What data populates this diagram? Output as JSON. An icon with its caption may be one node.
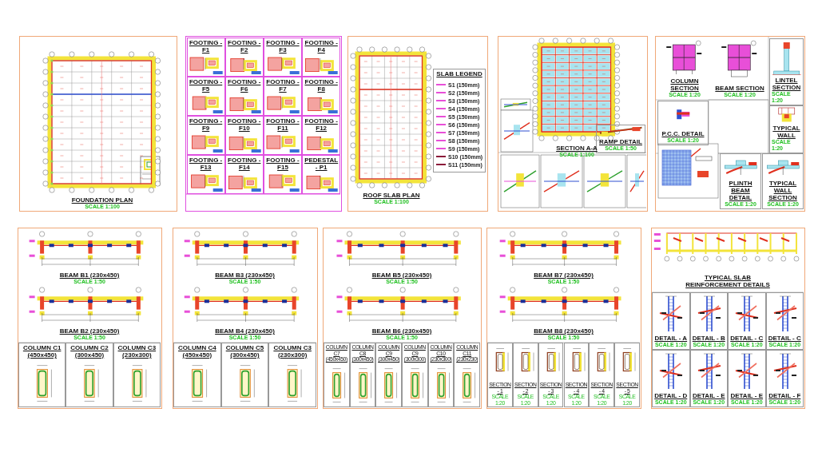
{
  "diagram": {
    "nodes": [
      {
        "text": [],
        "shape": "box"
      },
      {
        "text": [
          "FOUNDATION PLAN",
          "SCALE 1:100"
        ],
        "in": 0
      },
      {
        "text": [],
        "shape": "box"
      },
      {
        "text": [
          "FOOTING - F1"
        ],
        "in": 2
      },
      {
        "text": [
          "FOOTING - F2"
        ],
        "in": 2
      },
      {
        "text": [
          "FOOTING - F3"
        ],
        "in": 2
      },
      {
        "text": [
          "FOOTING - F4"
        ],
        "in": 2
      },
      {
        "text": [
          "FOOTING - F5"
        ],
        "in": 2
      },
      {
        "text": [
          "FOOTING - F6"
        ],
        "in": 2
      },
      {
        "text": [
          "FOOTING - F7"
        ],
        "in": 2
      },
      {
        "text": [
          "FOOTING - F8"
        ],
        "in": 2
      },
      {
        "text": [
          "FOOTING - F9"
        ],
        "in": 2
      },
      {
        "text": [
          "FOOTING - F10"
        ],
        "in": 2
      },
      {
        "text": [
          "FOOTING - F11"
        ],
        "in": 2
      },
      {
        "text": [
          "FOOTING - F12"
        ],
        "in": 2
      },
      {
        "text": [
          "FOOTING - F13"
        ],
        "in": 2
      },
      {
        "text": [
          "FOOTING - F14"
        ],
        "in": 2
      },
      {
        "text": [
          "FOOTING - F15"
        ],
        "in": 2
      },
      {
        "text": [
          "PEDESTAL - P1"
        ],
        "in": 2
      },
      {
        "text": [],
        "shape": "box"
      },
      {
        "text": [
          "ROOF SLAB PLAN",
          "SCALE 1:100"
        ],
        "in": 19
      },
      {
        "text": [
          "SLAB LEGEND"
        ],
        "in": 19
      },
      {
        "text": [],
        "shape": "box"
      },
      {
        "text": [
          "SECTION A-A",
          "SCALE 1:100"
        ],
        "in": 22
      },
      {
        "text": [
          "RAMP DETAIL",
          "SCALE 1:50"
        ],
        "in": 22
      },
      {
        "text": [],
        "shape": "box"
      },
      {
        "text": [
          "COLUMN SECTION",
          "SCALE 1:20"
        ],
        "in": 25
      },
      {
        "text": [
          "BEAM SECTION",
          "SCALE 1:20"
        ],
        "in": 25
      },
      {
        "text": [
          "LINTEL SECTION",
          "SCALE 1:20"
        ],
        "in": 25
      },
      {
        "text": [
          "P.C.C. DETAIL",
          "SCALE 1:20"
        ],
        "in": 25
      },
      {
        "text": [
          "TYPICAL WALL",
          "SCALE 1:20"
        ],
        "in": 25
      },
      {
        "text": [
          "PLINTH BEAM DETAIL",
          "SCALE 1:20"
        ],
        "in": 25
      },
      {
        "text": [
          "TYPICAL WALL SECTION",
          "SCALE 1:20"
        ],
        "in": 25
      },
      {
        "text": [],
        "shape": "box"
      },
      {
        "text": [
          "BEAM B1 (230x450)",
          "SCALE 1:50"
        ],
        "in": 33
      },
      {
        "text": [
          "BEAM B2 (230x450)",
          "SCALE 1:50"
        ],
        "in": 33
      },
      {
        "text": [
          "COLUMN C1 (450x450)"
        ],
        "in": 33
      },
      {
        "text": [
          "COLUMN C2 (300x450)"
        ],
        "in": 33
      },
      {
        "text": [
          "COLUMN C3 (230x300)"
        ],
        "in": 33
      },
      {
        "text": [],
        "shape": "box"
      },
      {
        "text": [
          "BEAM B3 (230x450)",
          "SCALE 1:50"
        ],
        "in": 39
      },
      {
        "text": [
          "BEAM B4 (230x450)",
          "SCALE 1:50"
        ],
        "in": 39
      },
      {
        "text": [
          "COLUMN C4 (450x450)"
        ],
        "in": 39
      },
      {
        "text": [
          "COLUMN C5 (300x450)"
        ],
        "in": 39
      },
      {
        "text": [
          "COLUMN C3 (230x300)"
        ],
        "in": 39
      },
      {
        "text": [],
        "shape": "box"
      },
      {
        "text": [
          "BEAM B5 (230x450)",
          "SCALE 1:50"
        ],
        "in": 45
      },
      {
        "text": [
          "BEAM B6 (230x450)",
          "SCALE 1:50"
        ],
        "in": 45
      },
      {
        "text": [
          "COLUMN C7 (450x450)"
        ],
        "in": 45
      },
      {
        "text": [
          "COLUMN C8 (300x450)"
        ],
        "in": 45
      },
      {
        "text": [
          "COLUMN C9 (300x450)"
        ],
        "in": 45
      },
      {
        "text": [
          "COLUMN C9 (300x300)"
        ],
        "in": 45
      },
      {
        "text": [
          "COLUMN C10 (230x300)"
        ],
        "in": 45
      },
      {
        "text": [
          "COLUMN C11 (230x230)"
        ],
        "in": 45
      },
      {
        "text": [],
        "shape": "box"
      },
      {
        "text": [
          "BEAM B7 (230x450)",
          "SCALE 1:50"
        ],
        "in": 54
      },
      {
        "text": [
          "BEAM B8 (230x450)",
          "SCALE 1:50"
        ],
        "in": 54
      },
      {
        "text": [
          "SECTION - 1",
          "SCALE 1:20"
        ],
        "in": 54
      },
      {
        "text": [
          "SECTION - 2",
          "SCALE 1:20"
        ],
        "in": 54
      },
      {
        "text": [
          "SECTION - 3",
          "SCALE 1:20"
        ],
        "in": 54
      },
      {
        "text": [
          "SECTION - 4",
          "SCALE 1:20"
        ],
        "in": 54
      },
      {
        "text": [
          "SECTION - 4",
          "SCALE 1:20"
        ],
        "in": 54
      },
      {
        "text": [
          "SECTION - 5",
          "SCALE 1:20"
        ],
        "in": 54
      },
      {
        "text": [],
        "shape": "box"
      },
      {
        "text": [
          "TYPICAL SLAB REINFORCEMENT DETAILS"
        ],
        "in": 63
      },
      {
        "text": [
          "DETAIL - A",
          "SCALE 1:20"
        ],
        "in": 63
      },
      {
        "text": [
          "DETAIL - B",
          "SCALE 1:20"
        ],
        "in": 63
      },
      {
        "text": [
          "DETAIL - C",
          "SCALE 1:20"
        ],
        "in": 63
      },
      {
        "text": [
          "DETAIL - C",
          "SCALE 1:20"
        ],
        "in": 63
      },
      {
        "text": [
          "DETAIL - D",
          "SCALE 1:20"
        ],
        "in": 63
      },
      {
        "text": [
          "DETAIL - E",
          "SCALE 1:20"
        ],
        "in": 63
      },
      {
        "text": [
          "DETAIL - E",
          "SCALE 1:20"
        ],
        "in": 63
      },
      {
        "text": [
          "DETAIL - F",
          "SCALE 1:20"
        ],
        "in": 63
      }
    ],
    "legend": [
      {
        "text": "S1 (150mm)"
      },
      {
        "text": "S2 (150mm)"
      },
      {
        "text": "S3 (150mm)"
      },
      {
        "text": "S4 (150mm)"
      },
      {
        "text": "S5 (150mm)"
      },
      {
        "text": "S6 (150mm)"
      },
      {
        "text": "S7 (150mm)"
      },
      {
        "text": "S8 (150mm)"
      },
      {
        "text": "S9 (150mm)"
      },
      {
        "text": "S10 (150mm)"
      },
      {
        "text": "S11 (150mm)"
      }
    ]
  }
}
